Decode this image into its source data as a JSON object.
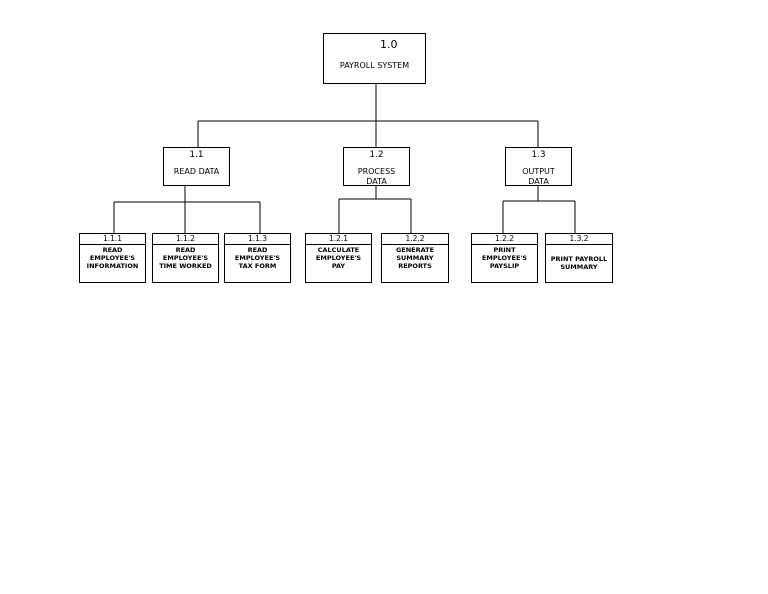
{
  "root": {
    "number": "1.0",
    "title": "PAYROLL SYSTEM"
  },
  "level2": [
    {
      "number": "1.1",
      "title": "READ DATA"
    },
    {
      "number": "1.2",
      "title": "PROCESS\nDATA"
    },
    {
      "number": "1.3",
      "title": "OUTPUT\nDATA"
    }
  ],
  "leaves": [
    {
      "number": "1.1.1",
      "title": "READ\nEMPLOYEE'S\nINFORMATION"
    },
    {
      "number": "1.1.2",
      "title": "READ\nEMPLOYEE'S\nTIME WORKED"
    },
    {
      "number": "1.1.3",
      "title": "READ\nEMPLOYEE'S\nTAX FORM"
    },
    {
      "number": "1.2.1",
      "title": "CALCULATE\nEMPLOYEE'S\nPAY"
    },
    {
      "number": "1.2.2",
      "title": "GENERATE\nSUMMARY\nREPORTS"
    },
    {
      "number": "1.2.2",
      "title": "PRINT\nEMPLOYEE'S\nPAYSLIP"
    },
    {
      "number": "1.3.2",
      "title": "PRINT PAYROLL\nSUMMARY"
    }
  ]
}
